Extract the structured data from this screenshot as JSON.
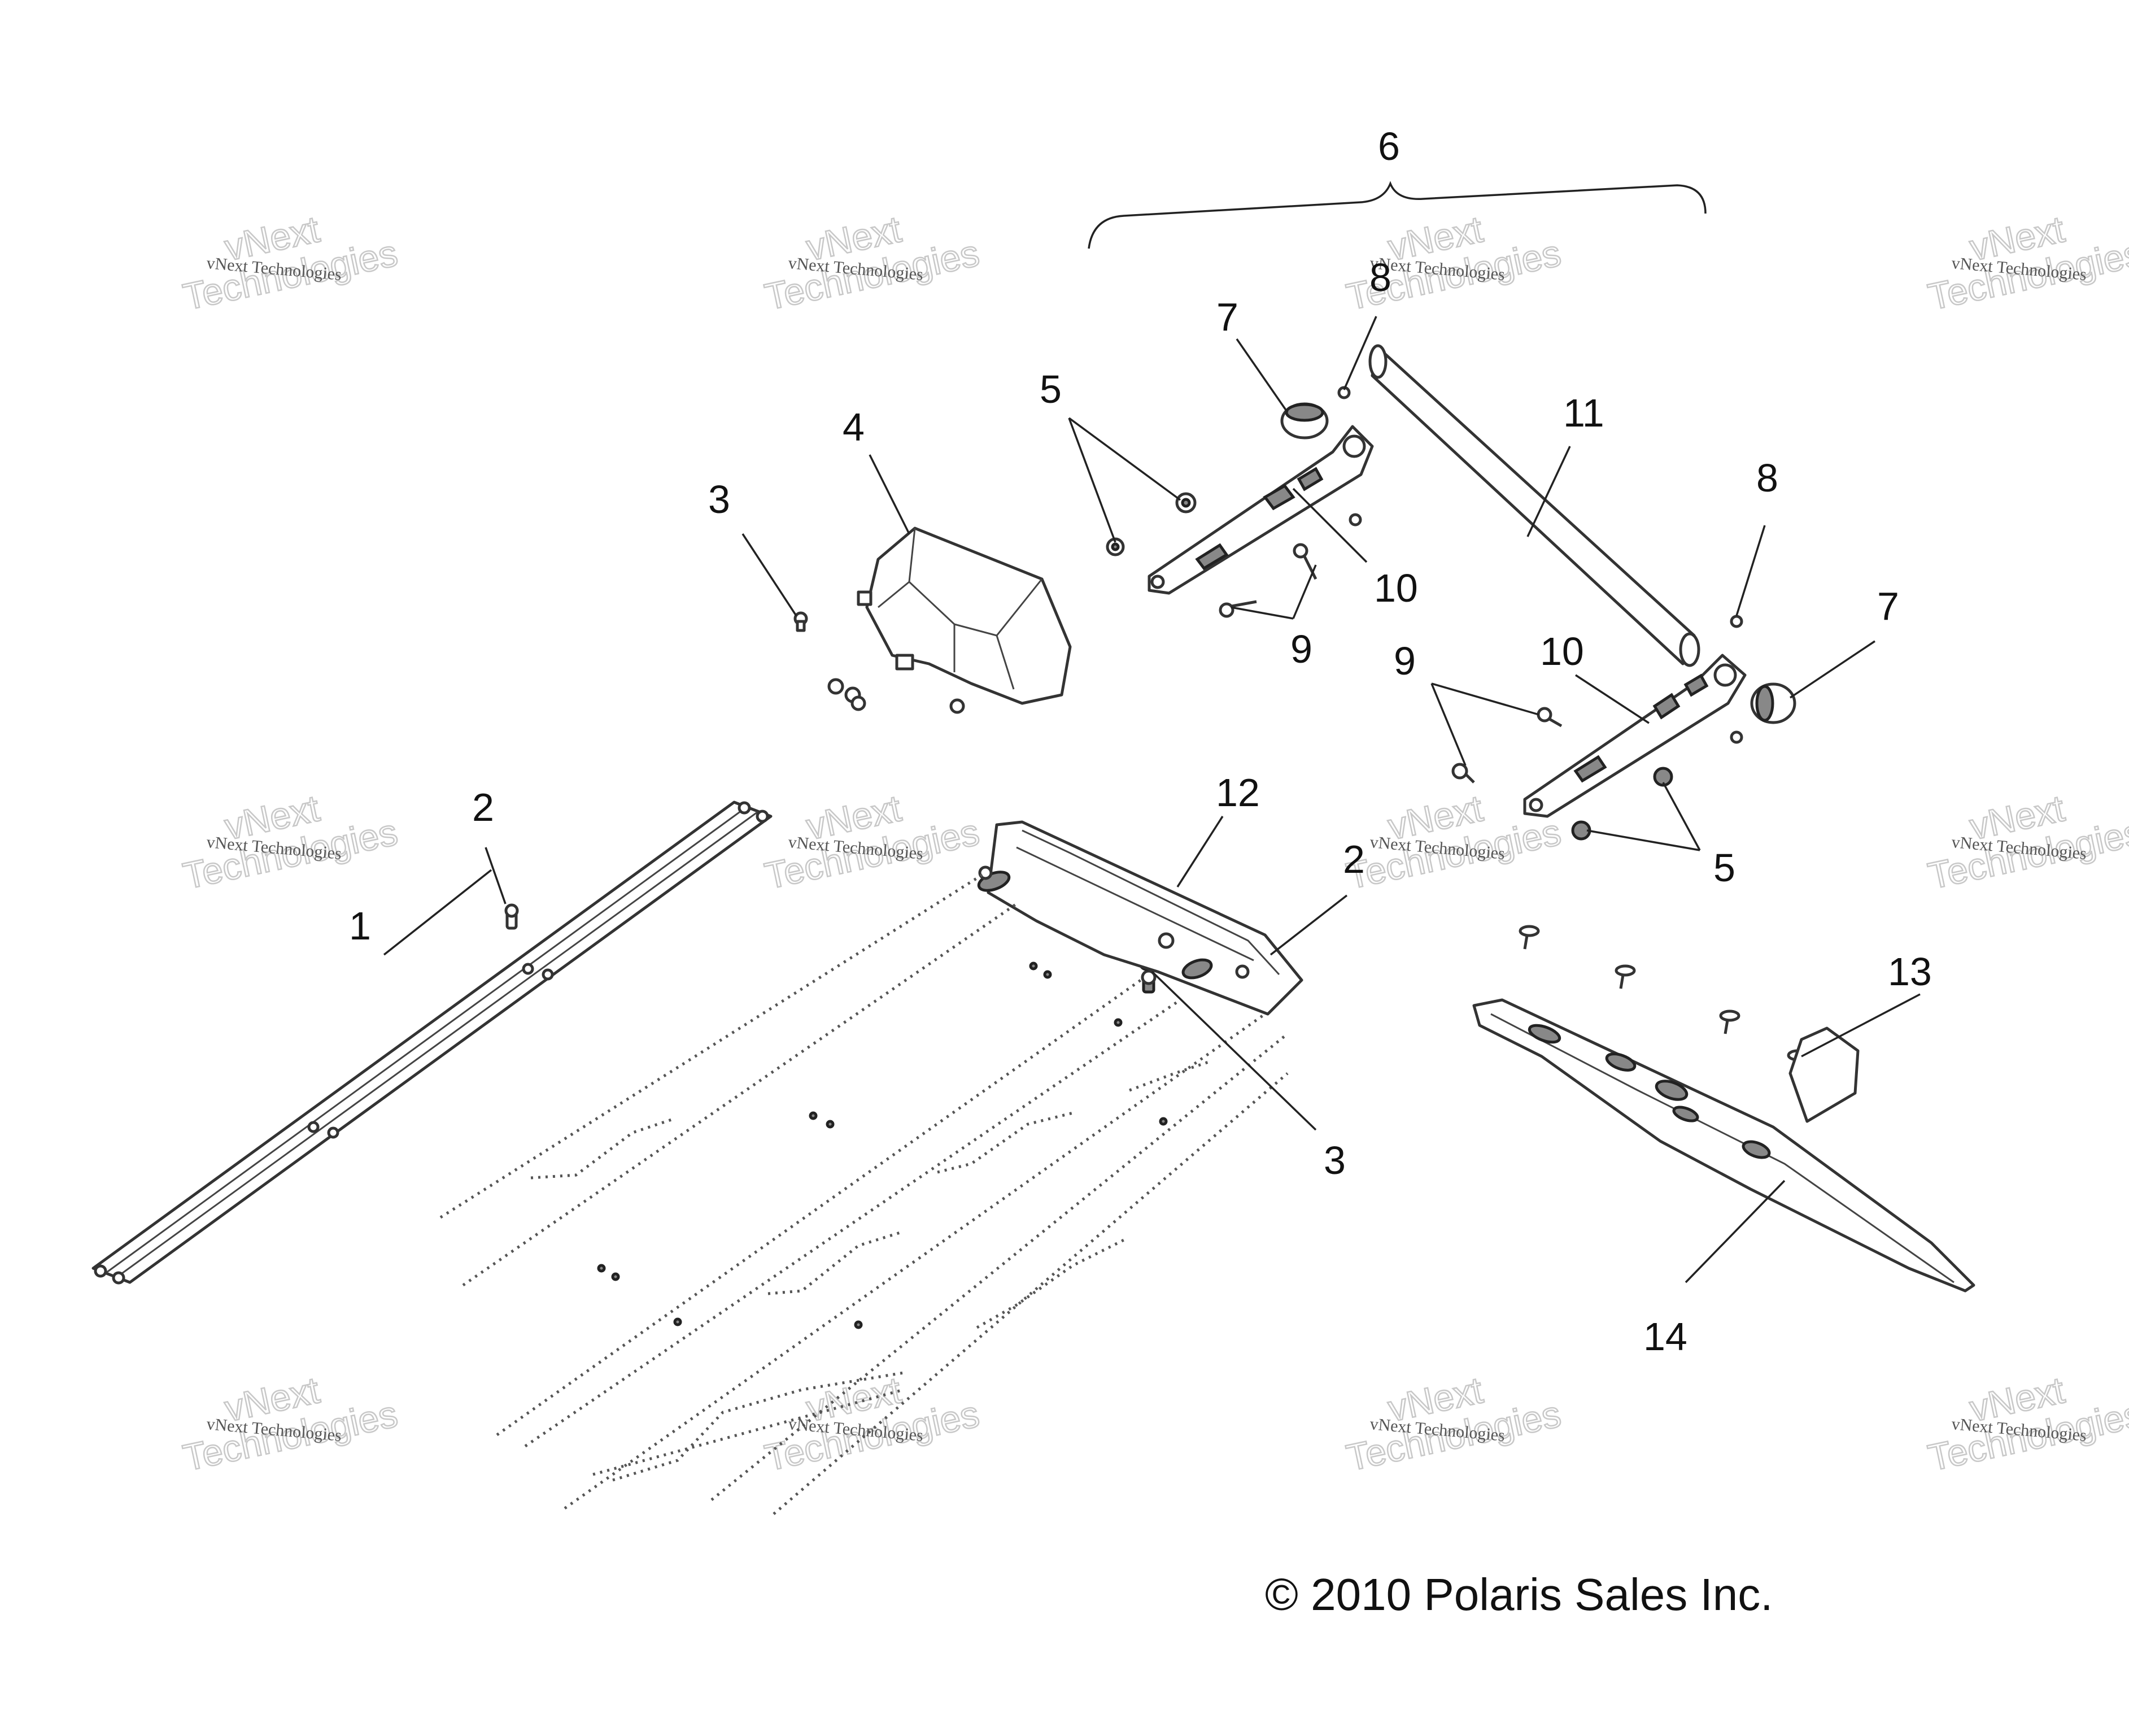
{
  "callouts": [
    {
      "label": "1"
    },
    {
      "label": "2"
    },
    {
      "label": "2"
    },
    {
      "label": "3"
    },
    {
      "label": "3"
    },
    {
      "label": "4"
    },
    {
      "label": "5"
    },
    {
      "label": "5"
    },
    {
      "label": "6"
    },
    {
      "label": "7"
    },
    {
      "label": "7"
    },
    {
      "label": "8"
    },
    {
      "label": "8"
    },
    {
      "label": "9"
    },
    {
      "label": "9"
    },
    {
      "label": "10"
    },
    {
      "label": "10"
    },
    {
      "label": "11"
    },
    {
      "label": "12"
    },
    {
      "label": "13"
    },
    {
      "label": "14"
    }
  ],
  "watermark": {
    "company": "vNext Technologies",
    "logo_lines": [
      "vNext",
      "Technologies"
    ]
  },
  "copyright": "© 2010 Polaris Sales Inc."
}
